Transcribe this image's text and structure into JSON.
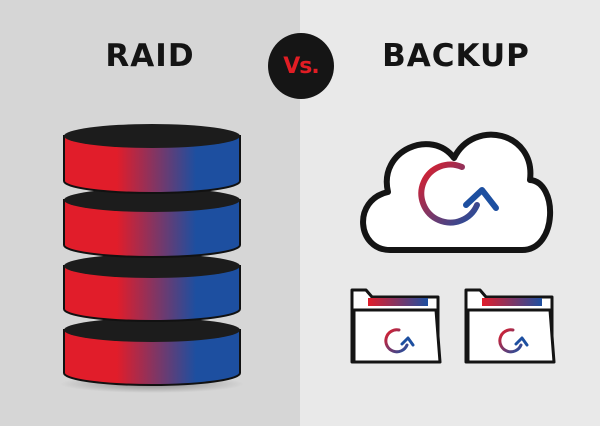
{
  "left": {
    "title": "RAID"
  },
  "right": {
    "title": "BACKUP"
  },
  "badge": {
    "label": "Vs."
  },
  "colors": {
    "left_background": "#d6d6d6",
    "right_background": "#e9e9e9",
    "title_text": "#141414",
    "badge_background": "#151515",
    "badge_text": "#e11d24",
    "gradient_red": "#e11d2a",
    "gradient_blue": "#1d4fa0",
    "cylinder_top": "#1c1c1c"
  },
  "icons": [
    "database-stack-icon",
    "cloud-sync-icon",
    "folder-sync-icon"
  ]
}
